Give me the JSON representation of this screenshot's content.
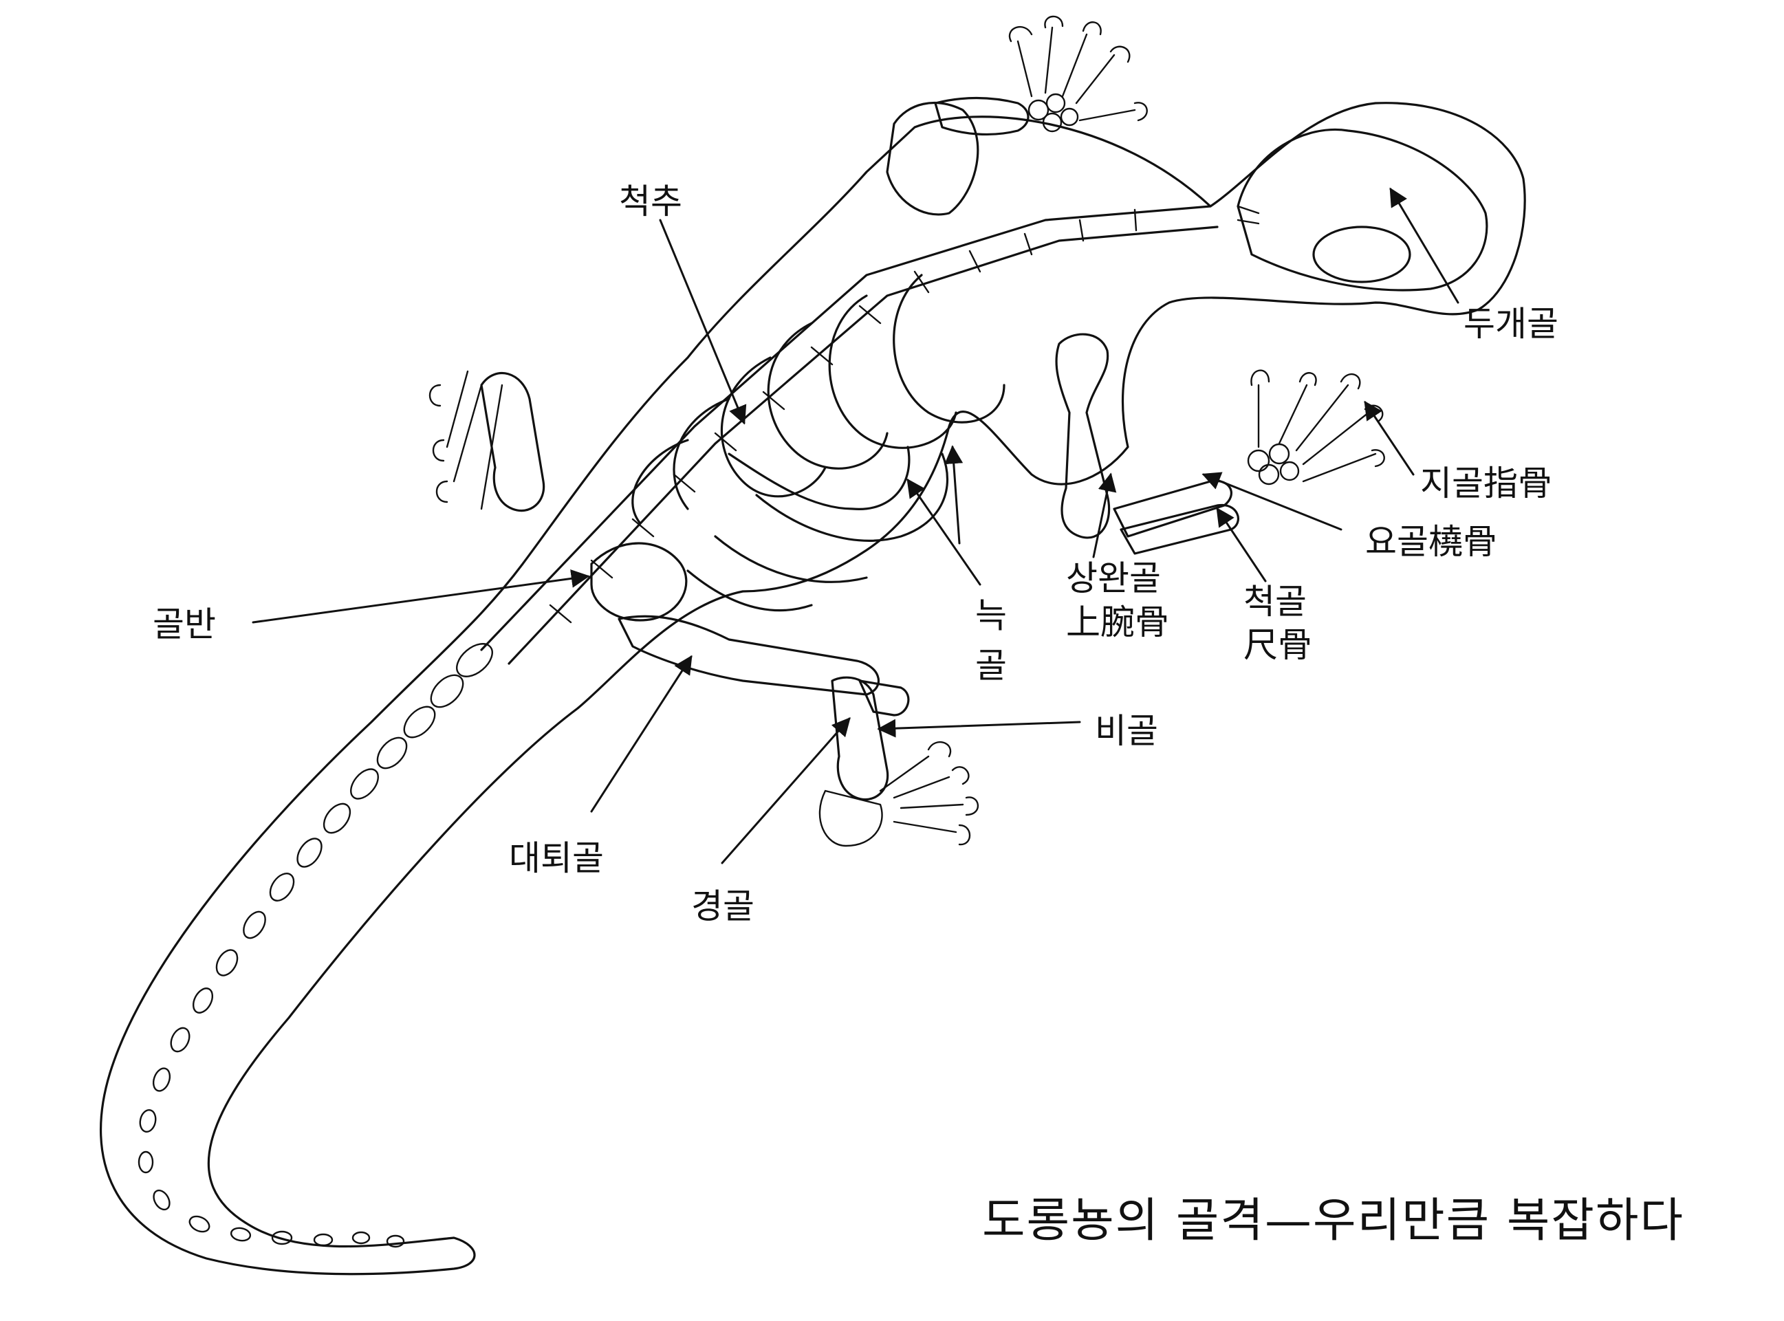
{
  "labels": {
    "spine": "척추",
    "skull": "두개골",
    "phalanges": "지골指骨",
    "radius": "요골橈骨",
    "ulna_ko": "척골",
    "ulna_hanja": "尺骨",
    "humerus_ko": "상완골",
    "humerus_hanja": "上腕骨",
    "rib_1": "늑",
    "rib_2": "골",
    "pelvis": "골반",
    "fibula": "비골",
    "femur": "대퇴골",
    "tibia": "경골"
  },
  "caption": "도롱뇽의 골격—우리만큼 복잡하다",
  "colors": {
    "ink": "#111111",
    "paper": "#ffffff"
  }
}
